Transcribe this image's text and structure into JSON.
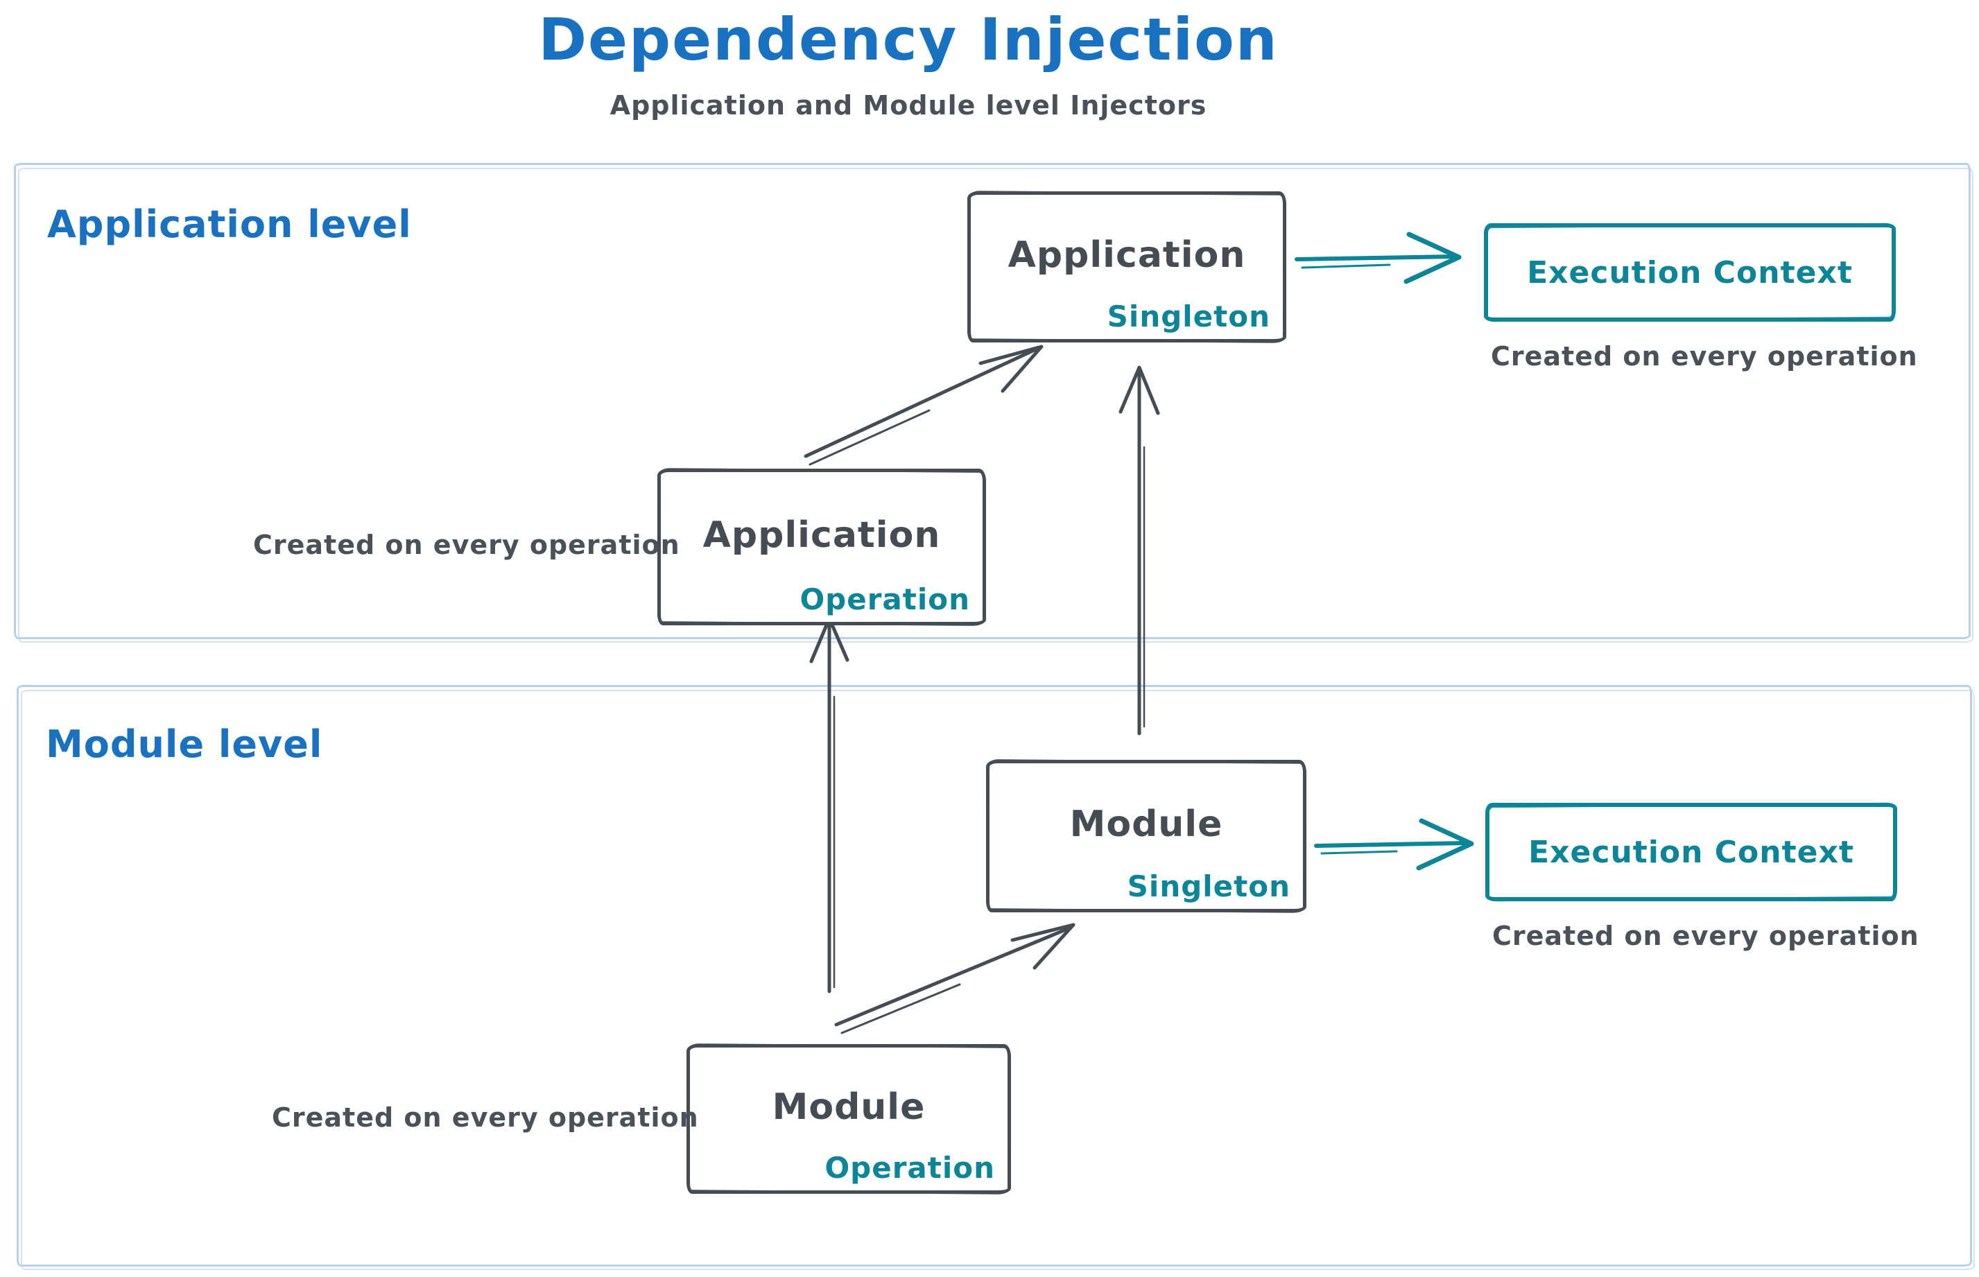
{
  "diagram": {
    "title": "Dependency Injection",
    "subtitle": "Application and Module level Injectors"
  },
  "colors": {
    "accent_blue": "#1971c2",
    "accent_teal": "#0c8599",
    "ink_dark": "#454c54",
    "section_border_blue": "#b7d1ec"
  },
  "sections": {
    "application": {
      "label": "Application level"
    },
    "module": {
      "label": "Module level"
    }
  },
  "nodes": {
    "app_singleton": {
      "title": "Application",
      "badge": "Singleton"
    },
    "app_execution_context": {
      "title": "Execution Context",
      "caption": "Created on every operation"
    },
    "app_operation": {
      "title": "Application",
      "badge": "Operation",
      "caption": "Created on every operation"
    },
    "module_singleton": {
      "title": "Module",
      "badge": "Singleton"
    },
    "module_execution_context": {
      "title": "Execution Context",
      "caption": "Created on every operation"
    },
    "module_operation": {
      "title": "Module",
      "badge": "Operation",
      "caption": "Created on every operation"
    }
  },
  "edges": [
    {
      "from": "app_singleton",
      "to": "app_execution_context",
      "color": "#0c8599"
    },
    {
      "from": "app_operation",
      "to": "app_singleton",
      "color": "#454c54"
    },
    {
      "from": "module_singleton",
      "to": "app_singleton",
      "color": "#454c54"
    },
    {
      "from": "module_singleton",
      "to": "module_execution_context",
      "color": "#0c8599"
    },
    {
      "from": "module_operation",
      "to": "module_singleton",
      "color": "#454c54"
    },
    {
      "from": "module_operation",
      "to": "app_operation",
      "color": "#454c54"
    }
  ]
}
